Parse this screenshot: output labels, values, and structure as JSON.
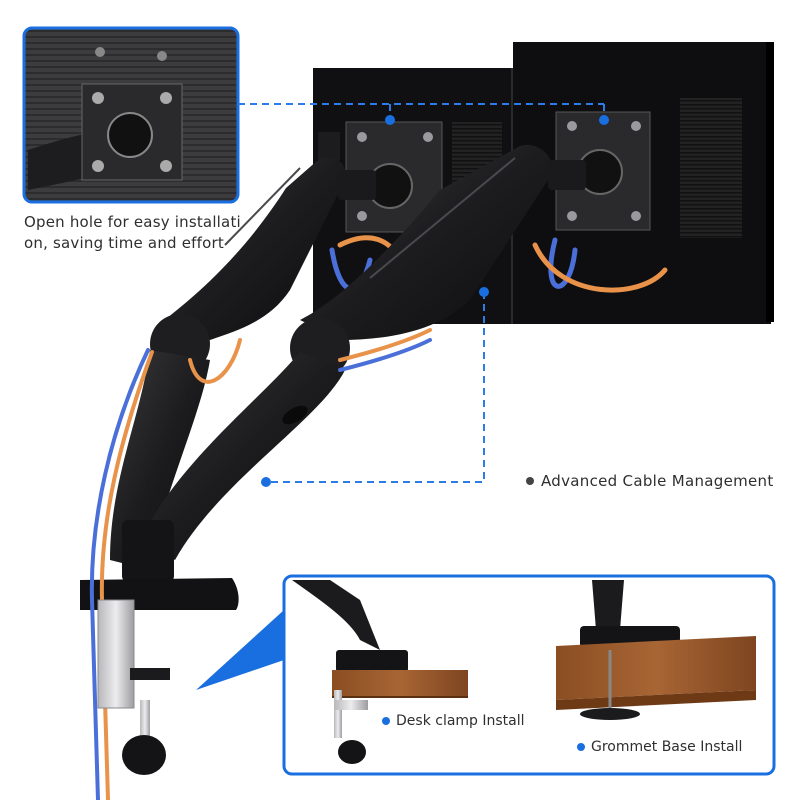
{
  "product": "dual-monitor gas-spring arm mount",
  "callouts": {
    "open_hole": "Open hole for easy installati on, saving time and effort",
    "cable_management": "Advanced Cable Management",
    "desk_clamp": "Desk clamp Install",
    "grommet_base": "Grommet Base Install"
  },
  "colors": {
    "accent_blue": "#1a6fe0",
    "dashed_line": "#2d7be6",
    "arm_black": "#1b1b1d",
    "desk_wood": "#9a5a2c",
    "cable_orange": "#e8924a",
    "cable_blue": "#4a6fd8"
  }
}
